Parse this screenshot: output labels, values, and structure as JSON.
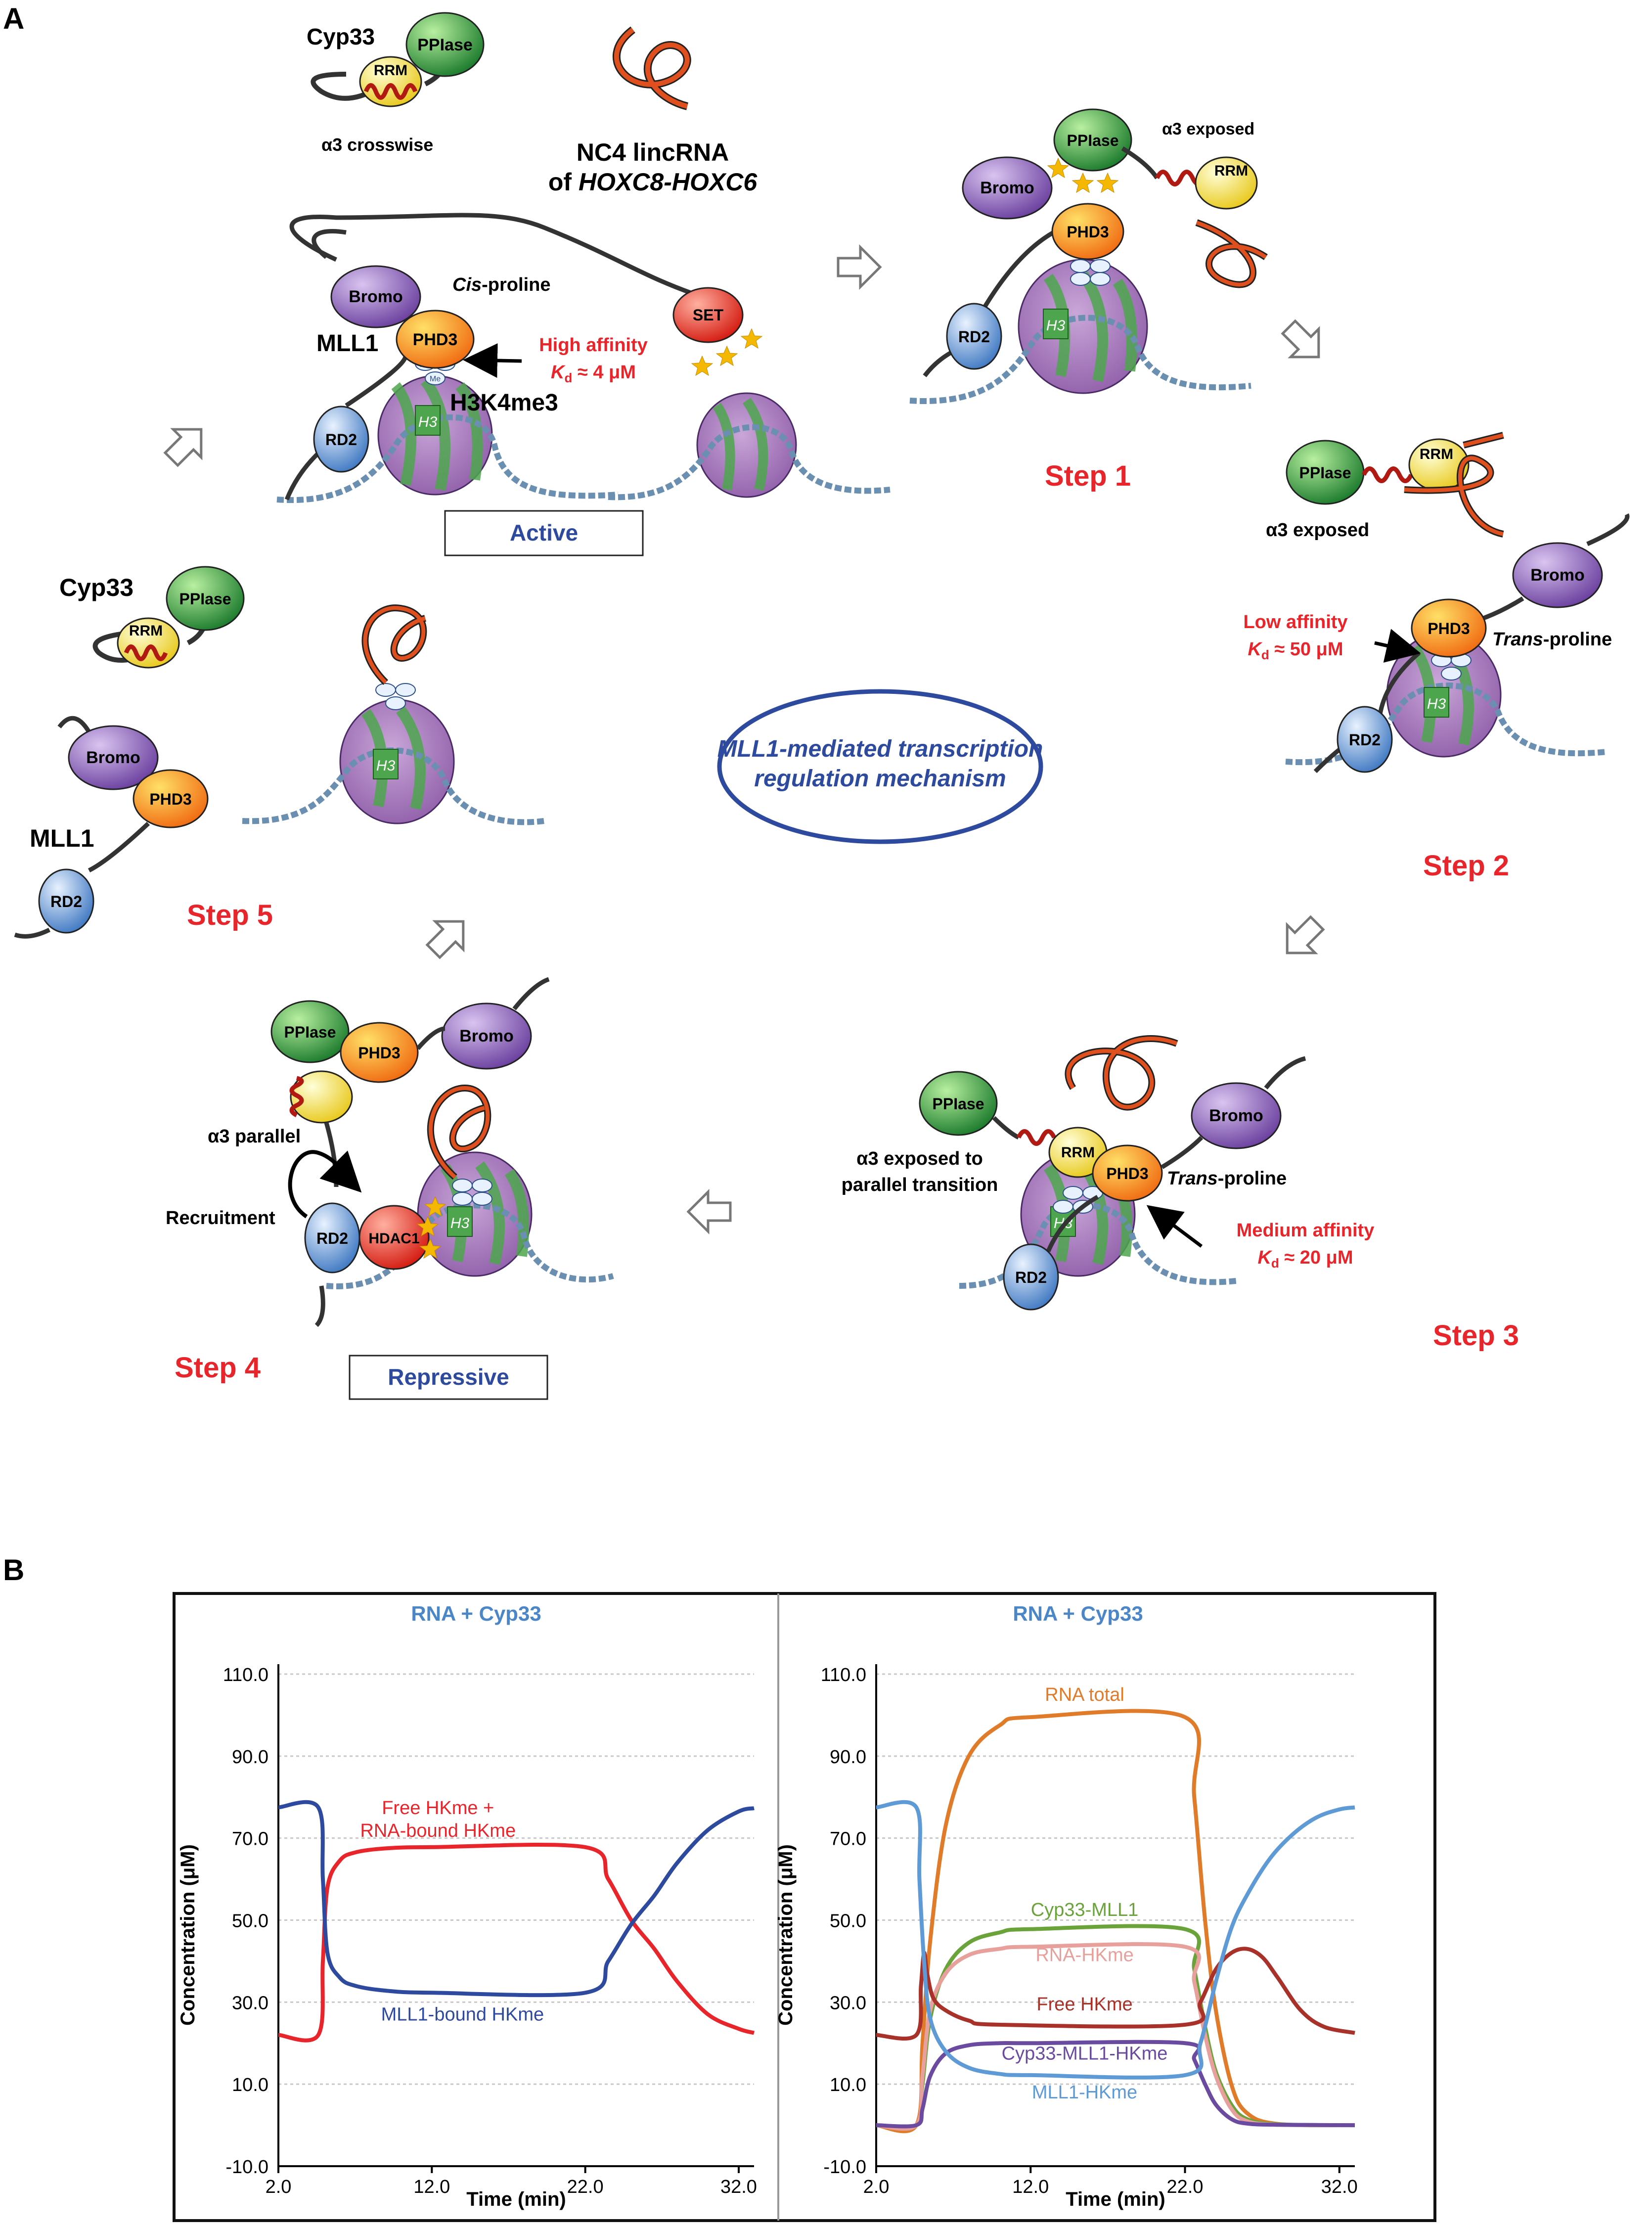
{
  "panel_a": {
    "letter": "A",
    "top_cyp33": {
      "title": "Cyp33",
      "pplase": "PPIase",
      "rrm": "RRM",
      "caption": "α3 crosswise"
    },
    "lincrna": {
      "line1": "NC4 lincRNA",
      "line2_prefix": "of ",
      "line2_italic": "HOXC8-HOXC6"
    },
    "active_complex": {
      "mll1": "MLL1",
      "bromo": "Bromo",
      "phd3": "PHD3",
      "rd2": "RD2",
      "cis_italic": "Cis",
      "cis_rest": "-proline",
      "affinity_line1": "High affinity",
      "affinity_kd_k": "K",
      "affinity_kd_d": "d",
      "affinity_kd_rest": " ≈ 4 μM",
      "h3k4": "H3K4me3",
      "set": "SET",
      "h3": "H3",
      "me": "Me",
      "box": "Active"
    },
    "step1": {
      "label": "Step 1",
      "pplase": "PPIase",
      "rrm": "RRM",
      "bromo": "Bromo",
      "phd3": "PHD3",
      "rd2": "RD2",
      "caption": "α3 exposed"
    },
    "step2": {
      "label": "Step 2",
      "pplase": "PPIase",
      "rrm": "RRM",
      "caption": "α3 exposed",
      "bromo": "Bromo",
      "phd3": "PHD3",
      "rd2": "RD2",
      "affinity_line1": "Low affinity",
      "affinity_kd_k": "K",
      "affinity_kd_d": "d",
      "affinity_kd_rest": " ≈ 50 μM",
      "trans_italic": "Trans",
      "trans_rest": "-proline"
    },
    "step3": {
      "label": "Step 3",
      "pplase": "PPIase",
      "rrm": "RRM",
      "phd3": "PHD3",
      "bromo": "Bromo",
      "rd2": "RD2",
      "caption_line1": "α3 exposed to",
      "caption_line2": "parallel transition",
      "trans_italic": "Trans",
      "trans_rest": "-proline",
      "affinity_line1": "Medium affinity",
      "affinity_kd_k": "K",
      "affinity_kd_d": "d",
      "affinity_kd_rest": " ≈ 20 μM"
    },
    "step4": {
      "label": "Step 4",
      "pplase": "PPIase",
      "phd3": "PHD3",
      "bromo": "Bromo",
      "rd2": "RD2",
      "hdac1": "HDAC1",
      "parallel": "α3 parallel",
      "recruitment": "Recruitment",
      "box": "Repressive"
    },
    "step5": {
      "label": "Step 5",
      "cyp33": "Cyp33",
      "pplase": "PPIase",
      "rrm": "RRM",
      "mll1": "MLL1",
      "bromo": "Bromo",
      "phd3": "PHD3",
      "rd2": "RD2"
    },
    "center_line1": "MLL1-mediated transcription",
    "center_line2": "regulation mechanism",
    "colors": {
      "step_red": "#e8252b",
      "affinity_red": "#e8252b",
      "title_blue": "#2e4a9e"
    }
  },
  "panel_b": {
    "letter": "B",
    "colors": {
      "title": "#4a86c8"
    }
  },
  "chart_data": [
    {
      "type": "line",
      "title": "RNA + Cyp33",
      "xlabel": "Time (min)",
      "ylabel": "Concentration (μM)",
      "xlim": [
        2.0,
        33.0
      ],
      "ylim": [
        -10.0,
        110.0
      ],
      "xticks": [
        "2.0",
        "12.0",
        "22.0",
        "32.0"
      ],
      "yticks": [
        "-10.0",
        "10.0",
        "30.0",
        "50.0",
        "70.0",
        "90.0",
        "110.0"
      ],
      "series": [
        {
          "name": "Free HKme + RNA-bound HKme",
          "color": "#e8252b",
          "x": [
            2.0,
            4.6,
            4.9,
            5.2,
            6.0,
            7.0,
            9.0,
            12.0,
            22.0,
            23.5,
            25.0,
            26.5,
            28.0,
            30.0,
            32.0,
            33.0
          ],
          "y": [
            22.0,
            22.0,
            40.0,
            58.0,
            64.5,
            66.5,
            67.5,
            67.8,
            67.8,
            60.0,
            50.0,
            43.0,
            35.0,
            27.0,
            23.5,
            22.5
          ]
        },
        {
          "name": "MLL1-bound HKme",
          "color": "#2e4a9e",
          "x": [
            2.0,
            4.6,
            4.9,
            5.2,
            6.0,
            7.0,
            9.0,
            12.0,
            22.0,
            23.5,
            25.0,
            26.5,
            28.0,
            30.0,
            32.0,
            33.0
          ],
          "y": [
            77.5,
            77.5,
            60.0,
            42.0,
            36.0,
            34.0,
            32.8,
            32.3,
            32.3,
            40.0,
            49.0,
            56.0,
            64.0,
            72.0,
            76.5,
            77.3
          ]
        }
      ]
    },
    {
      "type": "line",
      "title": "RNA + Cyp33",
      "xlabel": "Time (min)",
      "ylabel": "Concentration (μM)",
      "xlim": [
        2.0,
        33.0
      ],
      "ylim": [
        -10.0,
        110.0
      ],
      "xticks": [
        "2.0",
        "12.0",
        "22.0",
        "32.0"
      ],
      "yticks": [
        "-10.0",
        "10.0",
        "30.0",
        "50.0",
        "70.0",
        "90.0",
        "110.0"
      ],
      "series": [
        {
          "name": "RNA total",
          "color": "#e07b2a",
          "x": [
            2.0,
            4.6,
            5.0,
            5.5,
            6.5,
            8.0,
            10.0,
            12.0,
            22.0,
            22.6,
            23.3,
            24.0,
            25.0,
            26.0,
            28.0,
            33.0
          ],
          "y": [
            0.0,
            0.0,
            20.0,
            45.0,
            73.0,
            90.0,
            97.5,
            99.5,
            99.5,
            80.0,
            50.0,
            28.0,
            10.0,
            3.0,
            0.3,
            0.0
          ]
        },
        {
          "name": "Cyp33-MLL1",
          "color": "#6aa339",
          "x": [
            2.0,
            4.6,
            5.0,
            5.5,
            6.5,
            8.0,
            10.0,
            12.0,
            22.0,
            22.6,
            23.3,
            24.0,
            25.0,
            26.0,
            28.0,
            33.0
          ],
          "y": [
            0.0,
            0.0,
            10.0,
            26.0,
            38.0,
            44.5,
            47.0,
            47.8,
            47.8,
            38.0,
            24.0,
            13.0,
            5.0,
            1.5,
            0.2,
            0.0
          ]
        },
        {
          "name": "RNA-HKme",
          "color": "#e8a09c",
          "x": [
            2.0,
            4.6,
            5.0,
            5.5,
            6.5,
            8.0,
            10.0,
            12.0,
            22.0,
            22.6,
            23.3,
            24.0,
            25.0,
            26.0,
            28.0,
            33.0
          ],
          "y": [
            0.0,
            0.0,
            12.0,
            28.0,
            37.0,
            41.5,
            43.0,
            43.5,
            43.5,
            35.0,
            22.0,
            12.0,
            4.0,
            1.0,
            0.1,
            0.0
          ]
        },
        {
          "name": "Free HKme",
          "color": "#a8322a",
          "x": [
            2.0,
            4.6,
            4.9,
            5.1,
            5.3,
            5.7,
            6.5,
            8.0,
            10.0,
            22.0,
            23.0,
            24.0,
            25.0,
            26.0,
            27.0,
            28.0,
            29.5,
            31.0,
            33.0
          ],
          "y": [
            22.0,
            22.0,
            34.0,
            42.0,
            37.0,
            31.0,
            28.0,
            25.5,
            24.5,
            24.5,
            30.0,
            38.0,
            42.0,
            43.0,
            41.0,
            36.0,
            28.0,
            24.0,
            22.5
          ]
        },
        {
          "name": "Cyp33-MLL1-HKme",
          "color": "#6a4ba0",
          "x": [
            2.0,
            4.6,
            5.0,
            5.5,
            6.5,
            8.0,
            10.0,
            12.0,
            22.0,
            22.6,
            23.3,
            24.0,
            25.0,
            26.0,
            28.0,
            33.0
          ],
          "y": [
            0.0,
            0.0,
            4.0,
            12.0,
            17.5,
            19.5,
            20.0,
            20.0,
            20.0,
            16.0,
            10.0,
            5.0,
            1.5,
            0.4,
            0.1,
            0.0
          ]
        },
        {
          "name": "MLL1-HKme",
          "color": "#5e9ad6",
          "x": [
            2.0,
            4.6,
            4.8,
            5.1,
            5.5,
            6.5,
            8.0,
            10.0,
            12.0,
            22.0,
            23.0,
            24.0,
            25.0,
            26.0,
            27.5,
            29.0,
            30.5,
            32.0,
            33.0
          ],
          "y": [
            77.5,
            77.5,
            60.0,
            40.0,
            26.0,
            18.0,
            14.0,
            12.5,
            12.2,
            12.2,
            20.0,
            35.0,
            48.0,
            56.0,
            65.0,
            71.0,
            75.0,
            77.0,
            77.5
          ]
        }
      ]
    }
  ]
}
